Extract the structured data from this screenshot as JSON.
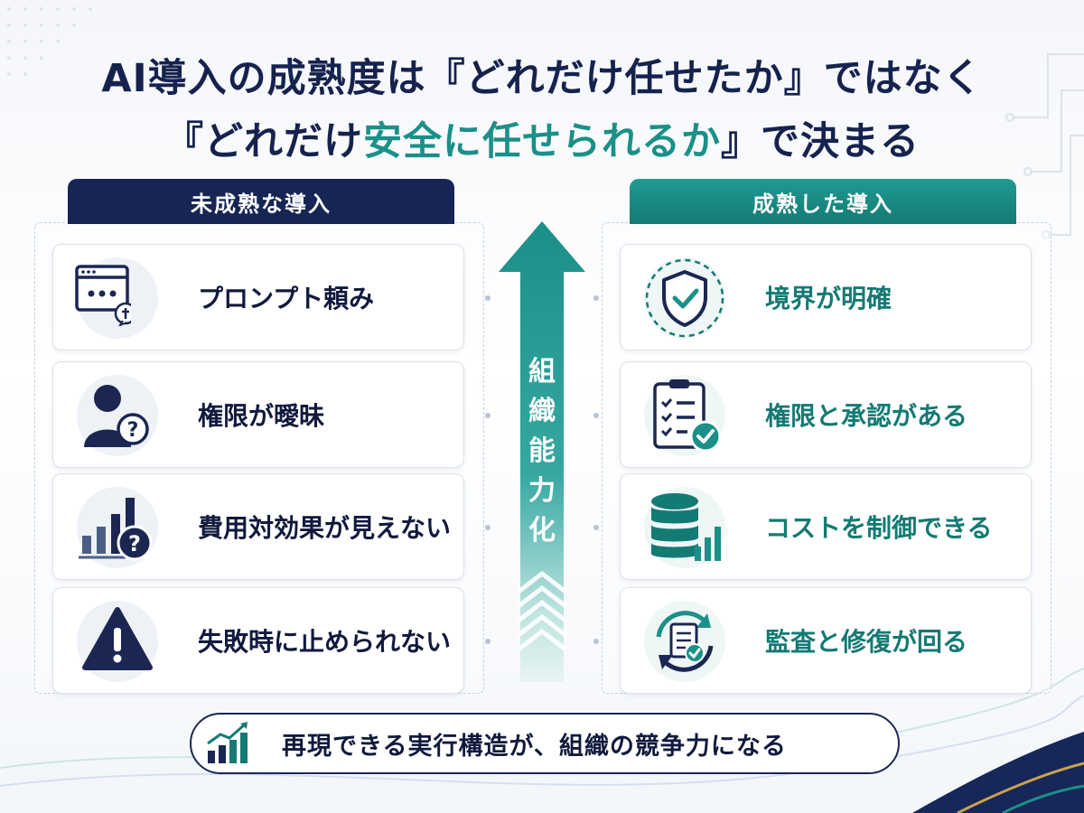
{
  "title": {
    "line1": "AI導入の成熟度は『どれだけ任せたか』ではなく",
    "line2_pre": "『どれだけ",
    "line2_highlight": "安全に任せられるか",
    "line2_post": "』で決まる"
  },
  "left_panel": {
    "header": "未成熟な導入",
    "items": [
      {
        "label": "プロンプト頼み",
        "icon": "browser-prompt-icon"
      },
      {
        "label": "権限が曖昧",
        "icon": "user-question-icon"
      },
      {
        "label": "費用対効果が見えない",
        "icon": "chart-question-icon"
      },
      {
        "label": "失敗時に止められない",
        "icon": "warning-icon"
      }
    ]
  },
  "center_arrow": {
    "chars": [
      "組",
      "織",
      "能",
      "力",
      "化"
    ]
  },
  "right_panel": {
    "header": "成熟した導入",
    "items": [
      {
        "label": "境界が明確",
        "icon": "shield-check-icon"
      },
      {
        "label": "権限と承認がある",
        "icon": "clipboard-check-icon"
      },
      {
        "label": "コストを制御できる",
        "icon": "database-chart-icon"
      },
      {
        "label": "監査と修復が回る",
        "icon": "document-cycle-icon"
      }
    ]
  },
  "bottom": {
    "text": "再現できる実行構造が、組織の競争力になる",
    "icon": "growth-chart-icon"
  },
  "colors": {
    "navy": "#172554",
    "teal": "#1a9088",
    "teal_dark": "#147a74",
    "text_dark": "#111a3d"
  }
}
